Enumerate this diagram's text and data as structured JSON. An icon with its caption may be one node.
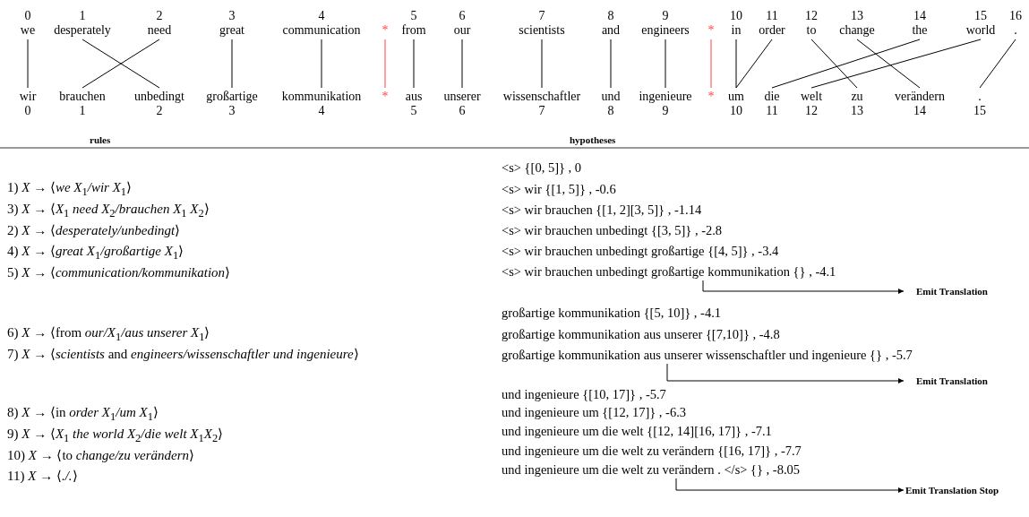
{
  "diagram": {
    "nodes": [
      {
        "text": [
          "we"
        ],
        "beside": [
          "0"
        ]
      },
      {
        "text": [
          "desperately"
        ],
        "beside": [
          "1"
        ]
      },
      {
        "text": [
          "need"
        ],
        "beside": [
          "2"
        ]
      },
      {
        "text": [
          "great"
        ],
        "beside": [
          "3"
        ]
      },
      {
        "text": [
          "communication"
        ],
        "beside": [
          "4"
        ]
      },
      {
        "text": [
          "*"
        ]
      },
      {
        "text": [
          "from"
        ],
        "beside": [
          "5"
        ]
      },
      {
        "text": [
          "our"
        ],
        "beside": [
          "6"
        ]
      },
      {
        "text": [
          "scientists"
        ],
        "beside": [
          "7"
        ]
      },
      {
        "text": [
          "and"
        ],
        "beside": [
          "8"
        ]
      },
      {
        "text": [
          "engineers"
        ],
        "beside": [
          "9"
        ]
      },
      {
        "text": [
          "*"
        ]
      },
      {
        "text": [
          "in"
        ],
        "beside": [
          "10"
        ]
      },
      {
        "text": [
          "order"
        ],
        "beside": [
          "11"
        ]
      },
      {
        "text": [
          "to"
        ],
        "beside": [
          "12"
        ]
      },
      {
        "text": [
          "change"
        ],
        "beside": [
          "13"
        ]
      },
      {
        "text": [
          "the"
        ],
        "beside": [
          "14"
        ]
      },
      {
        "text": [
          "world"
        ],
        "beside": [
          "15"
        ]
      },
      {
        "text": [
          "."
        ],
        "beside": [
          "16"
        ]
      },
      {
        "text": [
          "wir"
        ],
        "beside": [
          "0"
        ]
      },
      {
        "text": [
          "brauchen"
        ],
        "beside": [
          "1"
        ]
      },
      {
        "text": [
          "unbedingt"
        ],
        "beside": [
          "2"
        ]
      },
      {
        "text": [
          "großartige"
        ],
        "beside": [
          "3"
        ]
      },
      {
        "text": [
          "kommunikation"
        ],
        "beside": [
          "4"
        ]
      },
      {
        "text": [
          "*"
        ]
      },
      {
        "text": [
          "aus"
        ],
        "beside": [
          "5"
        ]
      },
      {
        "text": [
          "unserer"
        ],
        "beside": [
          "6"
        ]
      },
      {
        "text": [
          "wissenschaftler"
        ],
        "beside": [
          "7"
        ]
      },
      {
        "text": [
          "und"
        ],
        "beside": [
          "8"
        ]
      },
      {
        "text": [
          "ingenieure"
        ],
        "beside": [
          "9"
        ]
      },
      {
        "text": [
          "*"
        ]
      },
      {
        "text": [
          "um"
        ],
        "beside": [
          "10"
        ]
      },
      {
        "text": [
          "die"
        ],
        "beside": [
          "11"
        ]
      },
      {
        "text": [
          "welt"
        ],
        "beside": [
          "12"
        ]
      },
      {
        "text": [
          "zu"
        ],
        "beside": [
          "13"
        ]
      },
      {
        "text": [
          "verändern"
        ],
        "beside": [
          "14"
        ]
      },
      {
        "text": [
          "."
        ],
        "beside": [
          "15"
        ]
      },
      {
        "text": [
          "<s> {[0, 5]} , 0"
        ]
      },
      {
        "text": [
          "<s> wir {[1, 5]} , -0.6"
        ]
      },
      {
        "text": [
          "<s> wir brauchen {[1, 2][3, 5]} , -1.14"
        ]
      },
      {
        "text": [
          "<s> wir brauchen unbedingt {[3, 5]} , -2.8"
        ]
      },
      {
        "text": [
          "<s> wir brauchen unbedingt großartige {[4, 5]} , -3.4"
        ]
      },
      {
        "text": [
          "<s> wir brauchen unbedingt großartige kommunikation {} , -4.1"
        ]
      },
      {
        "text": [
          "Emit Translation"
        ]
      },
      {
        "text": [
          "großartige kommunikation {[5, 10]} , -4.1"
        ]
      },
      {
        "text": [
          "großartige kommunikation aus unserer {[7,10]} , -4.8"
        ]
      },
      {
        "text": [
          "großartige kommunikation aus unserer wissenschaftler und ingenieure {} , -5.7"
        ]
      },
      {
        "text": [
          "Emit Translation"
        ]
      },
      {
        "text": [
          "und ingenieure {[10, 17]} , -5.7"
        ]
      },
      {
        "text": [
          "und ingenieure um {[12, 17]} , -6.3"
        ]
      },
      {
        "text": [
          "und ingenieure um die welt {[12, 14][16, 17]} , -7.1"
        ]
      },
      {
        "text": [
          "und ingenieure um die welt zu verändern {[16, 17]} , -7.7"
        ]
      },
      {
        "text": [
          "und ingenieure um die welt zu verändern . </s> {} , -8.05"
        ]
      },
      {
        "text": [
          "Emit Translation Stop"
        ]
      }
    ],
    "edges": [
      {
        "from": 0,
        "to": 19,
        "arrow": "none"
      },
      {
        "from": 1,
        "to": 21,
        "arrow": "none"
      },
      {
        "from": 2,
        "to": 20,
        "arrow": "none"
      },
      {
        "from": 3,
        "to": 22,
        "arrow": "none"
      },
      {
        "from": 4,
        "to": 23,
        "arrow": "none"
      },
      {
        "from": 5,
        "to": 24,
        "arrow": "none",
        "color": "#ff4040"
      },
      {
        "from": 6,
        "to": 25,
        "arrow": "none"
      },
      {
        "from": 7,
        "to": 26,
        "arrow": "none"
      },
      {
        "from": 8,
        "to": 27,
        "arrow": "none"
      },
      {
        "from": 9,
        "to": 28,
        "arrow": "none"
      },
      {
        "from": 10,
        "to": 29,
        "arrow": "none"
      },
      {
        "from": 11,
        "to": 30,
        "arrow": "none",
        "color": "#ff4040"
      },
      {
        "from": 12,
        "to": 31,
        "arrow": "none"
      },
      {
        "from": 13,
        "to": 31,
        "arrow": "none"
      },
      {
        "from": 14,
        "to": 34,
        "arrow": "none"
      },
      {
        "from": 15,
        "to": 35,
        "arrow": "none"
      },
      {
        "from": 16,
        "to": 32,
        "arrow": "none"
      },
      {
        "from": 17,
        "to": 33,
        "arrow": "none"
      },
      {
        "from": 18,
        "to": 36,
        "arrow": "none"
      },
      {
        "from": 42,
        "to": 43,
        "arrow": "to"
      },
      {
        "from": 46,
        "to": 47,
        "arrow": "to"
      },
      {
        "from": 52,
        "to": 53,
        "arrow": "to"
      }
    ],
    "labels": [
      "rules",
      "hypotheses",
      "1) *X* → ⟨*we X*$_{1}$*/wir X*$_{1}$⟩",
      "3) *X* → ⟨*X*$_{1}$ *need X*$_{2}$*/brauchen X*$_{1}$ *X*$_{2}$⟩",
      "2) *X* → ⟨*desperately/unbedingt*⟩",
      "4) *X* → ⟨*great X*$_{1}$*/großartige X*$_{1}$⟩",
      "5) *X* → ⟨*communication/kommunikation*⟩",
      "6) *X* → ⟨from *our/X*$_{1}$*/aus unserer X*$_{1}$⟩",
      "7) *X* → ⟨*scientists* and *engineers/wissenschaftler und ingenieure*⟩",
      "8) *X* → ⟨in *order X*$_{1}$*/um X*$_{1}$⟩",
      "9) *X* → ⟨*X*$_{1}$ *the world X*$_{2}$*/die welt X*$_{1}$*X*$_{2}$⟩",
      "10) *X* → ⟨to *change/zu verändern*⟩",
      "11) *X* → ⟨*./.*⟩"
    ]
  }
}
